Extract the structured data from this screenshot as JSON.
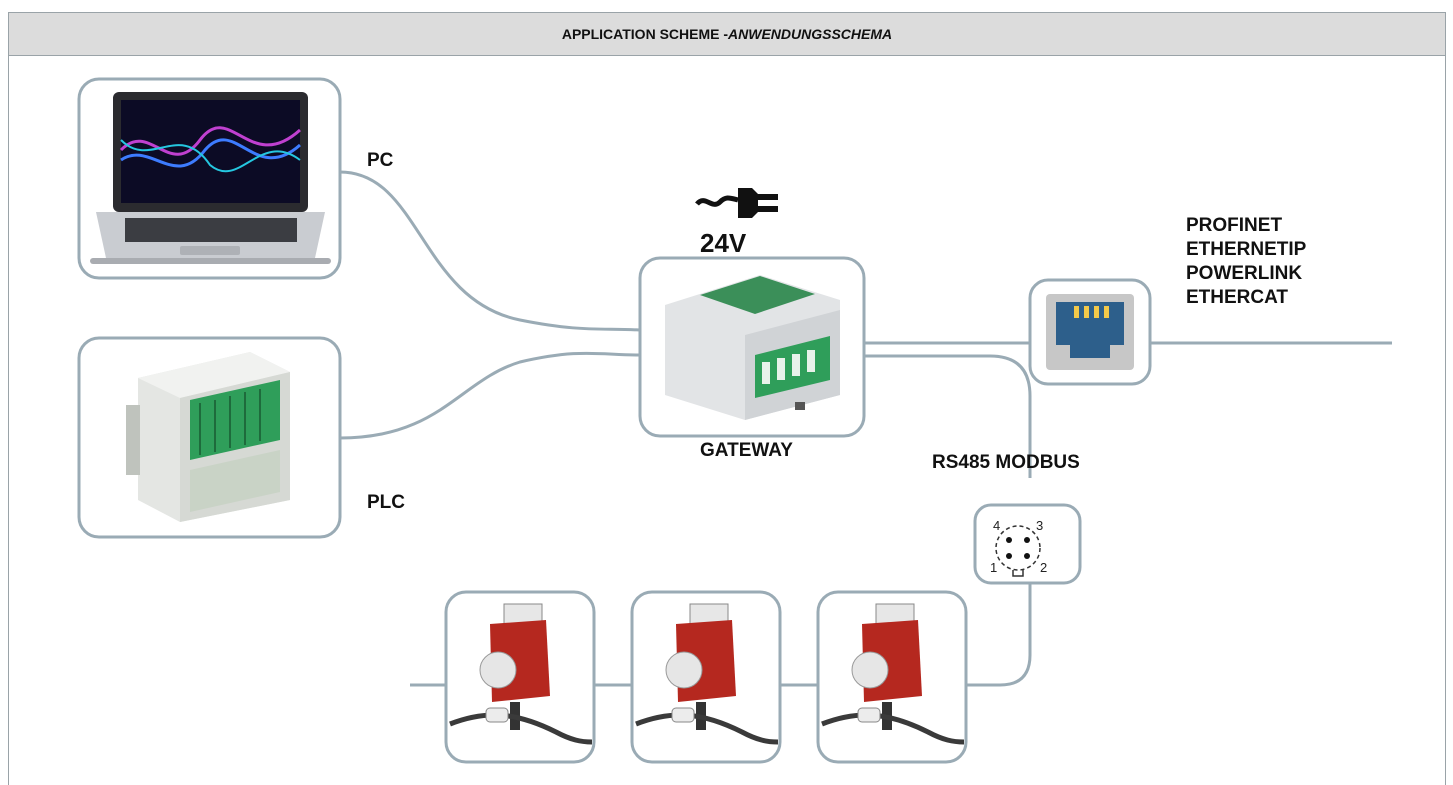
{
  "header": {
    "title_main": "APPLICATION SCHEME - ",
    "title_italic": "ANWENDUNGSSCHEMA"
  },
  "labels": {
    "pc": "PC",
    "plc": "PLC",
    "gateway": "GATEWAY",
    "power": "24V",
    "rs485": "RS485 MODBUS"
  },
  "protocols": [
    "PROFINET",
    "ETHERNETIP",
    "POWERLINK",
    "ETHERCAT"
  ],
  "connector_pins": [
    "4",
    "3",
    "1",
    "2"
  ],
  "colors": {
    "line": "#9aabb5",
    "header_bg": "#dcdcdc",
    "sensor_red": "#b5281f",
    "terminal_green": "#2f9e5a",
    "rj45_blue": "#2d5f8b"
  }
}
